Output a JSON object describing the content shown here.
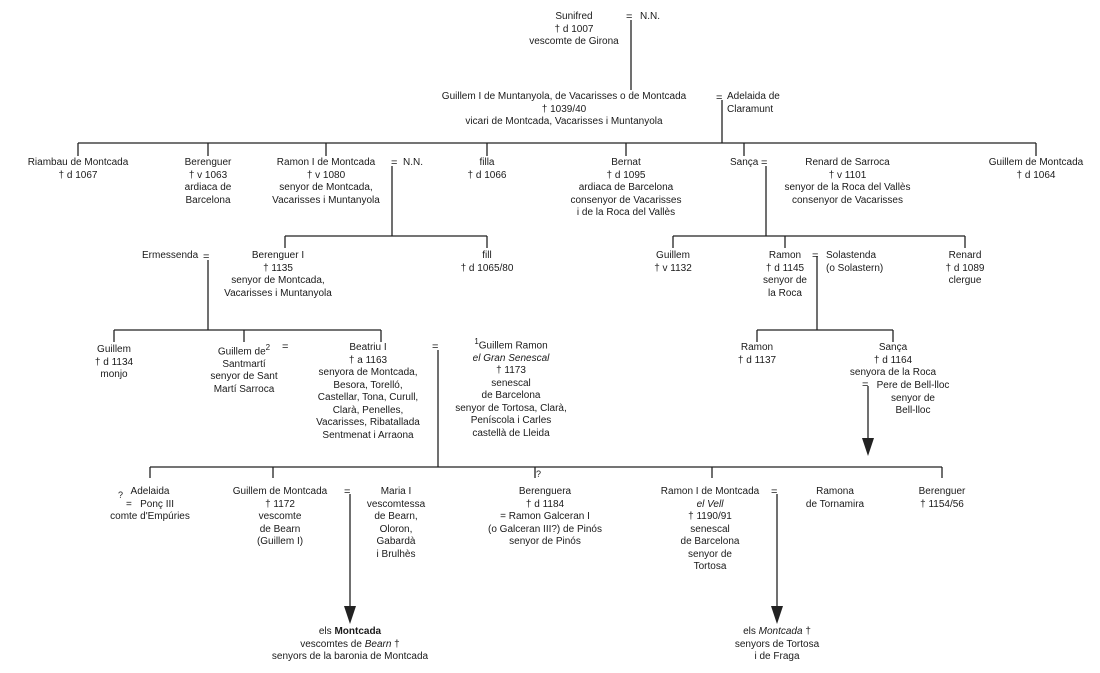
{
  "nodes": {
    "sunifred": [
      "Sunifred",
      "† d 1007",
      "vescomte de Girona"
    ],
    "nn_top": [
      "N.N."
    ],
    "guillem1": [
      "Guillem I de Muntanyola, de Vacarisses o de Montcada",
      "† 1039/40",
      "vicari de Montcada, Vacarisses i Muntanyola"
    ],
    "adelaida_claramunt": [
      "Adelaida de",
      "Claramunt"
    ],
    "riambau": [
      "Riambau de Montcada",
      "† d 1067"
    ],
    "berenguer_1063": [
      "Berenguer",
      "† v 1063",
      "ardiaca de",
      "Barcelona"
    ],
    "ramon1": [
      "Ramon I de Montcada",
      "† v 1080",
      "senyor de Montcada,",
      "Vacarisses i Muntanyola"
    ],
    "nn_ramon": [
      "N.N."
    ],
    "filla": [
      "filla",
      "† d 1066"
    ],
    "bernat": [
      "Bernat",
      "† d 1095",
      "ardiaca de Barcelona",
      "consenyor de Vacarisses",
      "i de la Roca del Vallès"
    ],
    "sanca_1": [
      "Sança"
    ],
    "renard_sarroca": [
      "Renard de Sarroca",
      "† v 1101",
      "senyor de la Roca del Vallès",
      "consenyor de Vacarisses"
    ],
    "guillem_1064": [
      "Guillem de Montcada",
      "† d 1064"
    ],
    "ermessenda": [
      "Ermessenda"
    ],
    "berenguer1": [
      "Berenguer I",
      "† 1135",
      "senyor de Montcada,",
      "Vacarisses i Muntanyola"
    ],
    "fill": [
      "fill",
      "† d",
      "1065/80"
    ],
    "guillem_1132": [
      "Guillem",
      "† v 1132"
    ],
    "ramon_1145": [
      "Ramon",
      "† d 1145",
      "senyor de",
      "la Roca"
    ],
    "solastenda": [
      "Solastenda",
      "(o Solastern)"
    ],
    "renard_1089": [
      "Renard",
      "† d 1089",
      "clergue"
    ],
    "guillem_monjo": [
      "Guillem",
      "† d 1134",
      "monjo"
    ],
    "guillem_santmarti": [
      "Santmartí",
      "senyor de Sant",
      "Martí Sarroca"
    ],
    "guillem_santmarti_first": "Guillem de",
    "beatriu": [
      "Beatriu I",
      "† a 1163",
      "senyora de Montcada,",
      "Besora, Torelló,",
      "Castellar, Tona, Curull,",
      "Clarà, Penelles,",
      "Vacarisses, Ribatallada",
      "Sentmenat i Arraona"
    ],
    "guillem_ramon_name": "Guillem Ramon",
    "guillem_ramon_epithet": "el Gran Senescal",
    "guillem_ramon_rest": [
      "† 1173",
      "senescal",
      "de Barcelona",
      "senyor de Tortosa, Clarà,",
      "Peníscola i Carles",
      "castellà de Lleida"
    ],
    "ramon_1137": [
      "Ramon",
      "† d 1137"
    ],
    "sanca_1164": [
      "Sança",
      "† d 1164",
      "senyora de la Roca"
    ],
    "pere_bellloc": [
      "Pere de Bell-lloc",
      "senyor de",
      "Bell-lloc"
    ],
    "adelaida_emp": [
      "Adelaida",
      "Ponç III",
      "comte d'Empúries"
    ],
    "guillem_1172": [
      "Guillem de Montcada",
      "† 1172",
      "vescomte",
      "de Bearn",
      "(Guillem I)"
    ],
    "maria": [
      "Maria I",
      "vescomtessa",
      "de Bearn,",
      "Oloron,",
      "Gabardà",
      "i Brulhès"
    ],
    "berenguera": [
      "Berenguera",
      "† d 1184",
      "Ramon Galceran I",
      "(o Galceran III?) de Pinós",
      "senyor de Pinós"
    ],
    "ramon_vell_name": "Ramon I de Montcada",
    "ramon_vell_epithet": "el Vell",
    "ramon_vell_rest": [
      "† 1190/91",
      "senescal",
      "de Barcelona",
      "senyor de",
      "Tortosa"
    ],
    "ramona": [
      "Ramona",
      "de Tornamira"
    ],
    "berenguer_1154": [
      "Berenguer",
      "† 1154/56"
    ],
    "bearn_l1_pre": "els ",
    "bearn_l1_b": "Montcada",
    "bearn_l2_pre": "vescomtes de ",
    "bearn_l2_em": "Bearn",
    "bearn_l2_post": " †",
    "bearn_l3": "senyors de la baronia de Montcada",
    "tortosa_l1_pre": "els ",
    "tortosa_l1_em": "Montcada",
    "tortosa_l1_post": " †",
    "tortosa_l2": "senyors de Tortosa",
    "tortosa_l3": "i de Fraga"
  },
  "symbols": {
    "marriage": "=",
    "note_1": "1",
    "note_2": "2",
    "question": "?"
  }
}
